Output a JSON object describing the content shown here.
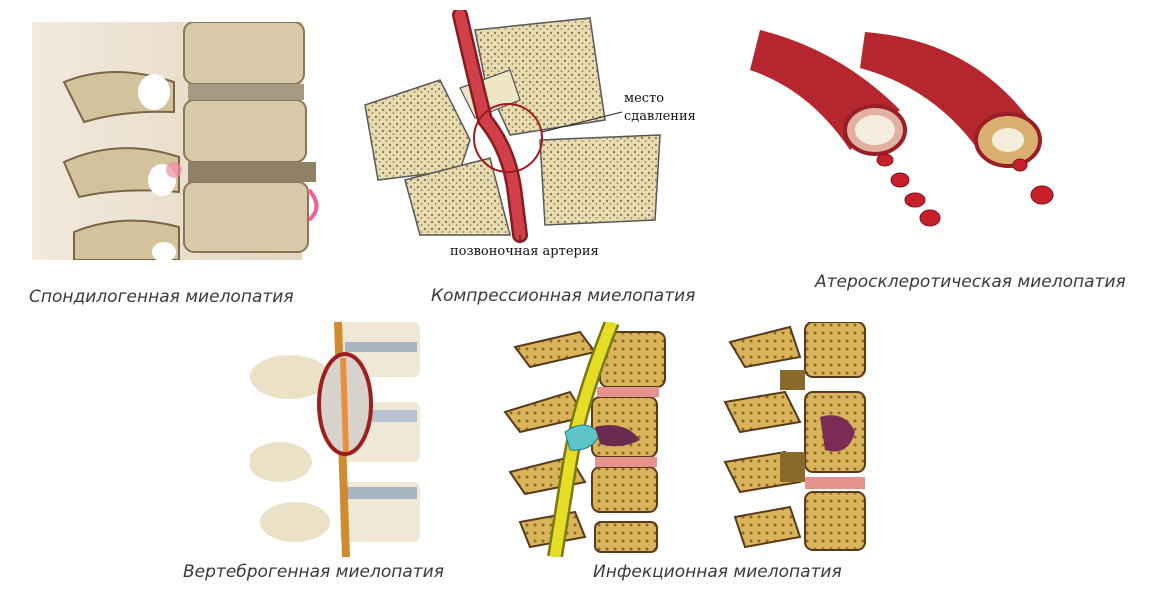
{
  "captions": {
    "spondylogenic": "Спондилогенная миелопатия",
    "compression": "Компрессионная миелопатия",
    "atherosclerotic": "Атеросклеротическая миелопатия",
    "vertebrogenic": "Вертеброгенная миелопатия",
    "infectious": "Инфекционная миелопатия"
  },
  "compression_labels": {
    "compression_site_line1": "место",
    "compression_site_line2": "сдавления",
    "vertebral_artery": "позвоночная артерия"
  },
  "colors": {
    "bone": "#e8dcb0",
    "bone_dark": "#b9a675",
    "artery": "#c7282f",
    "disc": "#e7a39c",
    "spinal_cord": "#e6dd26"
  }
}
